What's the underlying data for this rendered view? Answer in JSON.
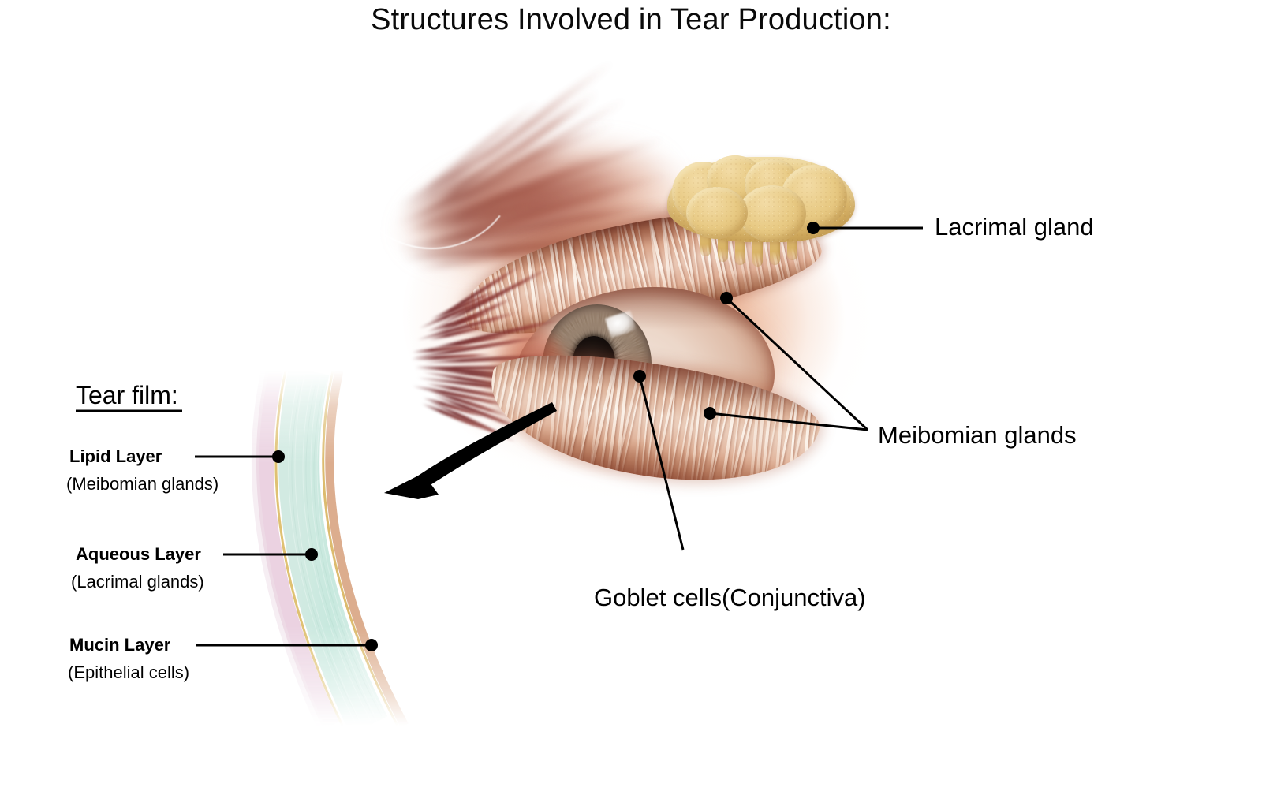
{
  "title": "Structures Involved in Tear Production:",
  "tear_film": {
    "heading": "Tear film:",
    "layers": [
      {
        "name": "Lipid Layer",
        "source": "(Meibomian glands)"
      },
      {
        "name": "Aqueous Layer",
        "source": "(Lacrimal glands)"
      },
      {
        "name": "Mucin Layer",
        "source": "(Epithelial cells)"
      }
    ]
  },
  "callouts": [
    {
      "label": "Lacrimal gland"
    },
    {
      "label": "Meibomian glands"
    },
    {
      "label": "Goblet cells(Conjunctiva)"
    }
  ],
  "figure": {
    "eye_photo_name": "human-eye-photograph",
    "lacrimal_gland_name": "lacrimal-gland-illustration",
    "upper_meibomian_name": "upper-lid-meibomian-glands",
    "lower_meibomian_name": "lower-lid-meibomian-glands",
    "arrow_name": "magnify-arrow"
  },
  "colors": {
    "lipid_layer": "#e6c9d8",
    "aqueous_layer": "#c6e6dc",
    "mucin_layer": "#d9a684",
    "gold_line": "#d9b659",
    "lacrimal_gland": "#e6c97f",
    "leader_line": "#000000",
    "background": "#ffffff"
  }
}
